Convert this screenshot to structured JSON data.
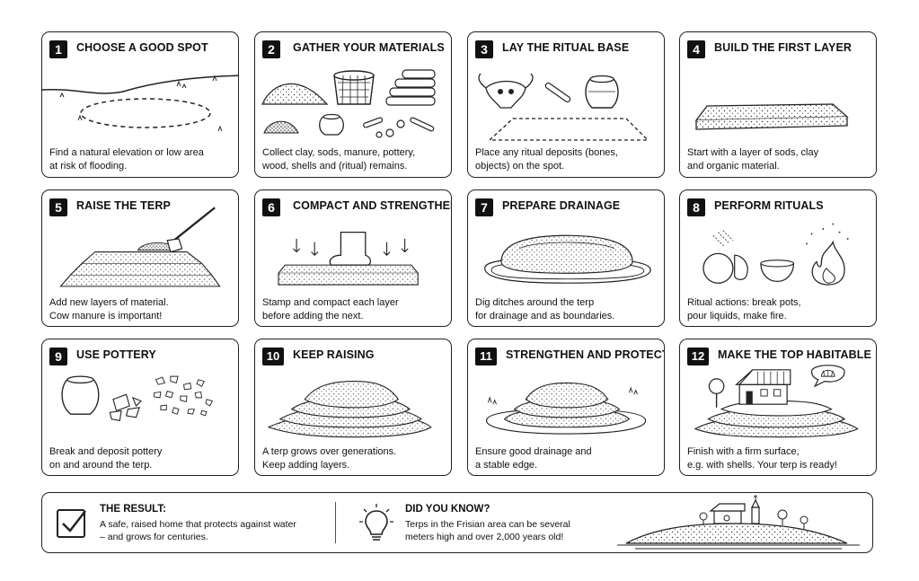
{
  "steps": [
    {
      "number": "1",
      "title": "CHOOSE A GOOD SPOT",
      "line1": "Find a natural elevation or low area",
      "line2": "at risk of flooding."
    },
    {
      "number": "2",
      "title": "GATHER YOUR MATERIALS",
      "line1": "Collect clay, sods, manure, pottery,",
      "line2": "wood, shells and (ritual) remains."
    },
    {
      "number": "3",
      "title": "LAY THE RITUAL BASE",
      "line1": "Place any ritual deposits (bones,",
      "line2": "objects) on the spot."
    },
    {
      "number": "4",
      "title": "BUILD THE FIRST LAYER",
      "line1": "Start with a layer of sods, clay",
      "line2": "and organic material."
    },
    {
      "number": "5",
      "title": "RAISE THE TERP",
      "line1": "Add new layers of material.",
      "line2": "Cow manure is important!"
    },
    {
      "number": "6",
      "title": "COMPACT AND STRENGTHEN",
      "line1": "Stamp and compact each layer",
      "line2": "before adding the next."
    },
    {
      "number": "7",
      "title": "PREPARE DRAINAGE",
      "line1": "Dig ditches around the terp",
      "line2": "for drainage and as boundaries."
    },
    {
      "number": "8",
      "title": "PERFORM RITUALS",
      "line1": "Ritual actions: break pots,",
      "line2": "pour liquids, make fire."
    },
    {
      "number": "9",
      "title": "USE POTTERY",
      "line1": "Break and deposit pottery",
      "line2": "on and around the terp."
    },
    {
      "number": "10",
      "title": "KEEP RAISING",
      "line1": "A terp grows over generations.",
      "line2": "Keep adding layers."
    },
    {
      "number": "11",
      "title": "STRENGTHEN AND PROTECT",
      "line1": "Ensure good drainage and",
      "line2": "a stable edge."
    },
    {
      "number": "12",
      "title": "MAKE THE TOP HABITABLE",
      "line1": "Finish with a firm surface,",
      "line2": "e.g. with shells. Your terp is ready!"
    }
  ],
  "footer": {
    "result_title": "THE RESULT:",
    "result_line1": "A safe, raised home that protects against water",
    "result_line2": "– and grows for centuries.",
    "know_title": "DID YOU KNOW?",
    "know_line1": "Terps in the Frisian area can be several",
    "know_line2": "meters high and over 2,000 years old!"
  },
  "icons": {
    "result": "checkbox-check-icon",
    "know": "lightbulb-icon"
  }
}
